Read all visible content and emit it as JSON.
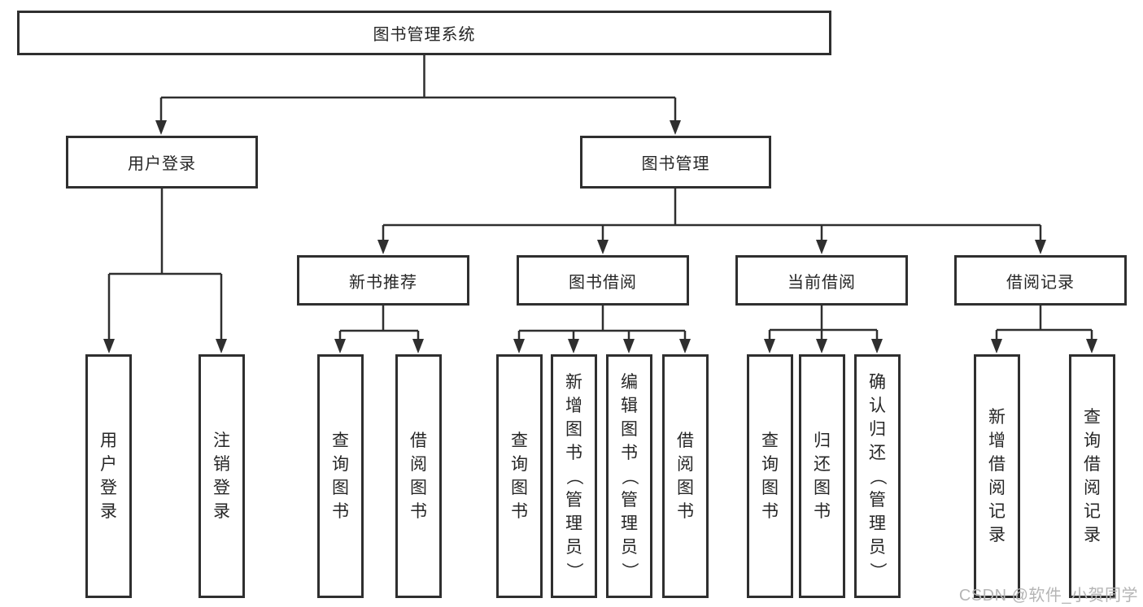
{
  "colors": {
    "line": "#2f2f2f",
    "text": "#262626",
    "watermark": "#b5b5b5"
  },
  "root": {
    "label": "图书管理系统"
  },
  "branches": [
    {
      "label": "用户登录",
      "children": [
        {
          "label": "用户登录"
        },
        {
          "label": "注销登录"
        }
      ]
    },
    {
      "label": "图书管理",
      "children": [
        {
          "label": "新书推荐",
          "children": [
            {
              "label": "查询图书"
            },
            {
              "label": "借阅图书"
            }
          ]
        },
        {
          "label": "图书借阅",
          "children": [
            {
              "label": "查询图书"
            },
            {
              "label": "新增图书（管理员）"
            },
            {
              "label": "编辑图书（管理员）"
            },
            {
              "label": "借阅图书"
            }
          ]
        },
        {
          "label": "当前借阅",
          "children": [
            {
              "label": "查询图书"
            },
            {
              "label": "归还图书"
            },
            {
              "label": "确认归还（管理员）"
            }
          ]
        },
        {
          "label": "借阅记录",
          "children": [
            {
              "label": "新增借阅记录"
            },
            {
              "label": "查询借阅记录"
            }
          ]
        }
      ]
    }
  ],
  "watermark": {
    "text": "CSDN @软件_小贺同学"
  }
}
